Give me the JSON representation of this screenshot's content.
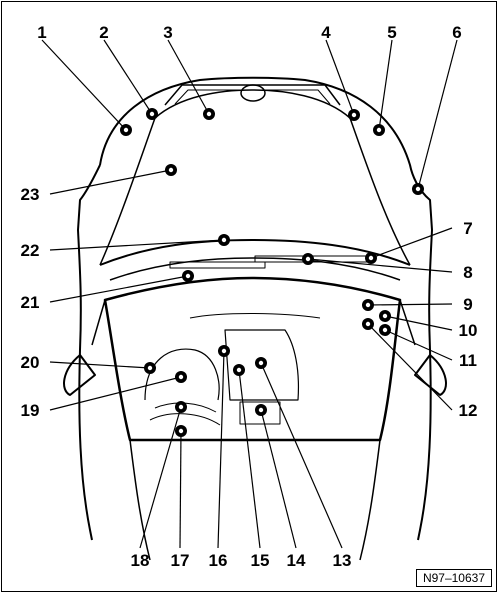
{
  "figure": {
    "id": "N97–10637"
  },
  "callouts": [
    {
      "label": "1"
    },
    {
      "label": "2"
    },
    {
      "label": "3"
    },
    {
      "label": "4"
    },
    {
      "label": "5"
    },
    {
      "label": "6"
    },
    {
      "label": "7"
    },
    {
      "label": "8"
    },
    {
      "label": "9"
    },
    {
      "label": "10"
    },
    {
      "label": "11"
    },
    {
      "label": "12"
    },
    {
      "label": "13"
    },
    {
      "label": "14"
    },
    {
      "label": "15"
    },
    {
      "label": "16"
    },
    {
      "label": "17"
    },
    {
      "label": "18"
    },
    {
      "label": "19"
    },
    {
      "label": "20"
    },
    {
      "label": "21"
    },
    {
      "label": "22"
    },
    {
      "label": "23"
    }
  ]
}
